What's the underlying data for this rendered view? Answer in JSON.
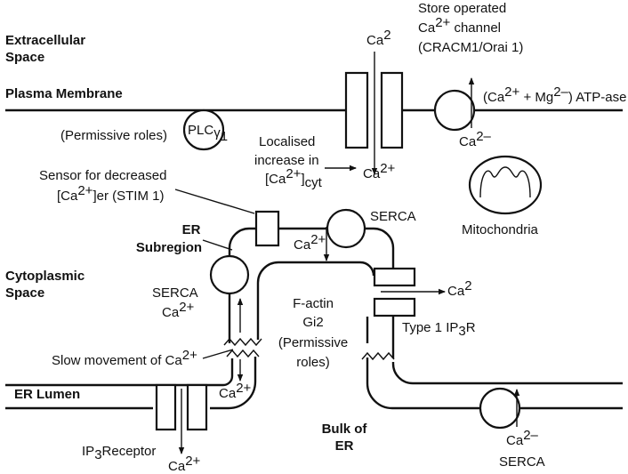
{
  "regions": {
    "extracellular_1": "Extracellular",
    "extracellular_2": "Space",
    "plasma_membrane": "Plasma Membrane",
    "cytoplasmic_1": "Cytoplasmic",
    "cytoplasmic_2": "Space",
    "er_lumen": "ER Lumen",
    "er_subregion_1": "ER",
    "er_subregion_2": "Subregion",
    "bulk_er_1": "Bulk of",
    "bulk_er_2": "ER"
  },
  "labels": {
    "soc_1": "Store operated",
    "soc_2_pre": "Ca",
    "soc_2_sup": "2+",
    "soc_2_post": " channel",
    "soc_3": "(CRACM1/Orai 1)",
    "ca_top": "Ca",
    "ca_top_sup": "2",
    "atpase_1": "(Ca",
    "atpase_sup1": "2+",
    "atpase_2": " + Mg",
    "atpase_sup2": "2–",
    "atpase_3": ") ATP-ase",
    "ca_atp": "Ca",
    "ca_atp_sup": "2–",
    "permissive": "(Permissive roles)",
    "plc": "PLC",
    "plc_sub1": "γ",
    "plc_sub2": "1",
    "local_1": "Localised",
    "local_2": "increase in",
    "local_3_pre": "[Ca",
    "local_3_sup": "2+",
    "local_3_post": "]",
    "local_3_sub": "cyt",
    "ca_local": "Ca",
    "ca_local_sup": "2+",
    "sensor_1": "Sensor for decreased",
    "sensor_2_pre": "[Ca",
    "sensor_2_sup": "2+",
    "sensor_2_post": "]er (STIM 1)",
    "mito": "Mitochondria",
    "serca_top": "SERCA",
    "ca_serca_top": "Ca",
    "ca_serca_top_sup": "2+",
    "serca_left": "SERCA",
    "ca_serca_left": "Ca",
    "ca_serca_left_sup": "2+",
    "factin_1": "F-actin",
    "factin_2": "Gi2",
    "factin_3": "(Permissive",
    "factin_4": "roles)",
    "ca_ip3": "Ca",
    "ca_ip3_sup": "2",
    "type1_pre": "Type 1 IP",
    "type1_sub": "3",
    "type1_post": "R",
    "slow_pre": "Slow movement of Ca",
    "slow_sup": "2+",
    "ca_lumen": "Ca",
    "ca_lumen_sup": "2+",
    "ip3rec_pre": "IP",
    "ip3rec_sub": "3",
    "ip3rec_post": "Receptor",
    "ca_bottom": "Ca",
    "ca_bottom_sup": "2+",
    "ca_serca_bot": "Ca",
    "ca_serca_bot_sup": "2–",
    "serca_bottom": "SERCA"
  }
}
